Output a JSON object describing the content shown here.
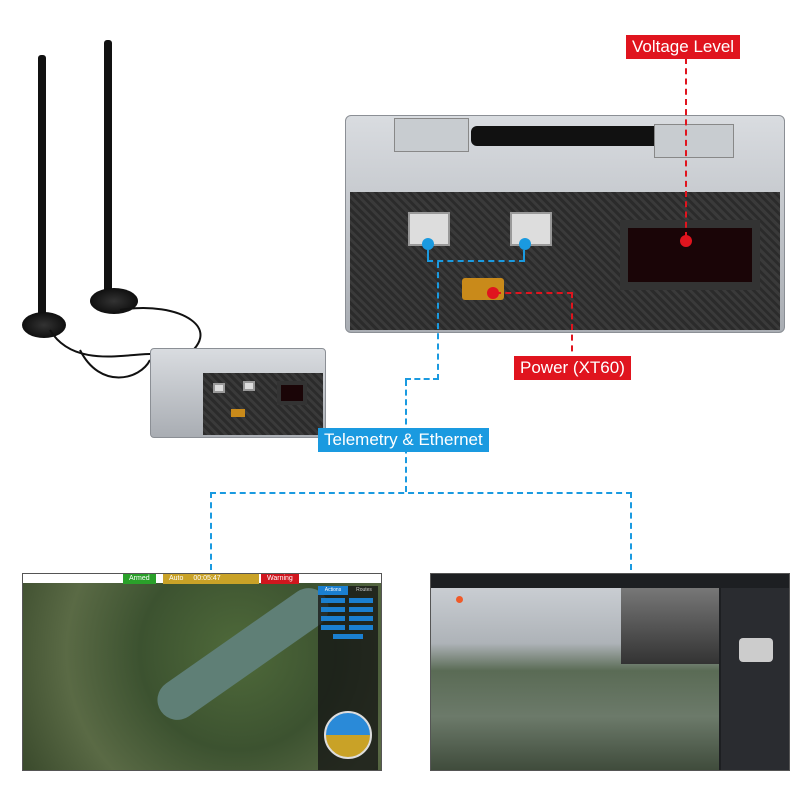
{
  "callouts": {
    "voltage": "Voltage Level",
    "power": "Power (XT60)",
    "telemetry": "Telemetry & Ethernet"
  },
  "colors": {
    "red": "#e0141e",
    "blue": "#1a9ae0"
  },
  "gcs_screen": {
    "status": {
      "armed": "Armed",
      "mode": "Auto",
      "timer": "00:05:47",
      "warning": "Warning"
    },
    "tabs": [
      "Actions",
      "Routes"
    ]
  }
}
